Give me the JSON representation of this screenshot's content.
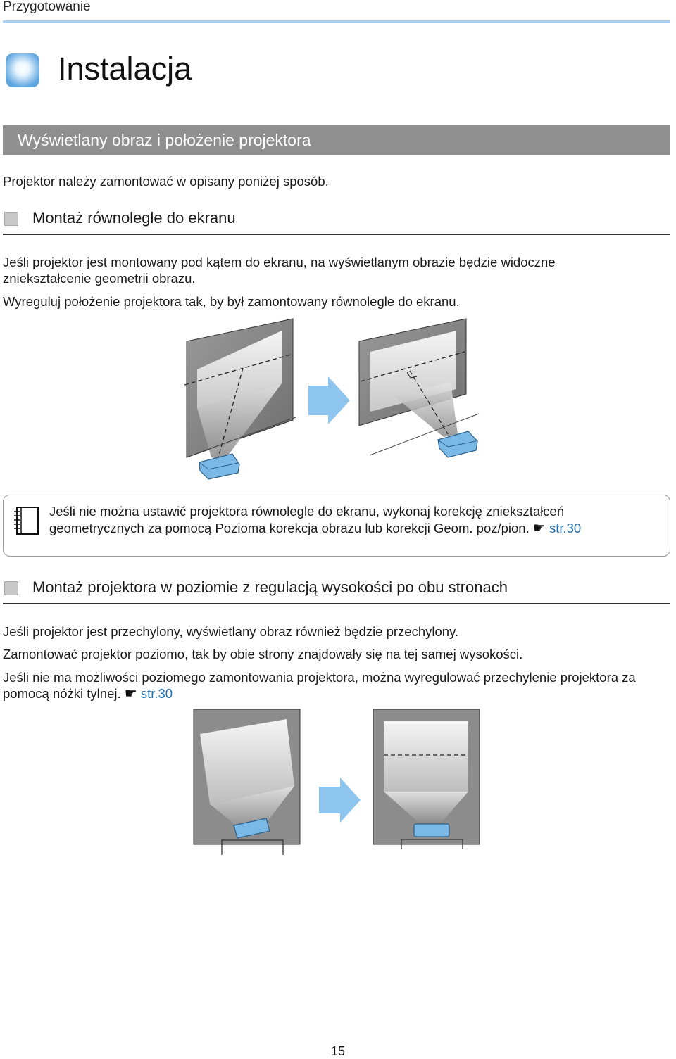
{
  "header": {
    "chapter": "Przygotowanie"
  },
  "title": "Instalacja",
  "section": {
    "title": "Wyświetlany obraz i położenie projektora"
  },
  "intro": "Projektor należy zamontować w opisany poniżej sposób.",
  "subsection1": {
    "heading": "Montaż równolegle do ekranu",
    "p1": "Jeśli projektor jest montowany pod kątem do ekranu, na wyświetlanym obrazie będzie widoczne zniekształcenie geometrii obrazu.",
    "p2": "Wyreguluj położenie projektora tak, by był zamontowany równolegle do ekranu."
  },
  "note": {
    "text": "Jeśli nie można ustawić projektora równolegle do ekranu, wykonaj korekcję zniekształceń geometrycznych za pomocą Pozioma korekcja obrazu lub korekcji Geom. poz/pion.",
    "link": "str.30"
  },
  "subsection2": {
    "heading": "Montaż projektora w poziomie z regulacją wysokości po obu stronach",
    "p1": "Jeśli projektor jest przechylony, wyświetlany obraz również będzie przechylony.",
    "p2": "Zamontować projektor poziomo, tak by obie strony znajdowały się na tej samej wysokości.",
    "p3": "Jeśli nie ma możliwości poziomego zamontowania projektora, można wyregulować przechylenie projektora za pomocą nóżki tylnej.",
    "link": "str.30"
  },
  "page_number": "15",
  "colors": {
    "accent": "#a9d0ee",
    "section_bar": "#8f8f8f",
    "link": "#1f6fb0",
    "projector": "#7ab8e6",
    "arrow": "#8ec5ee"
  }
}
